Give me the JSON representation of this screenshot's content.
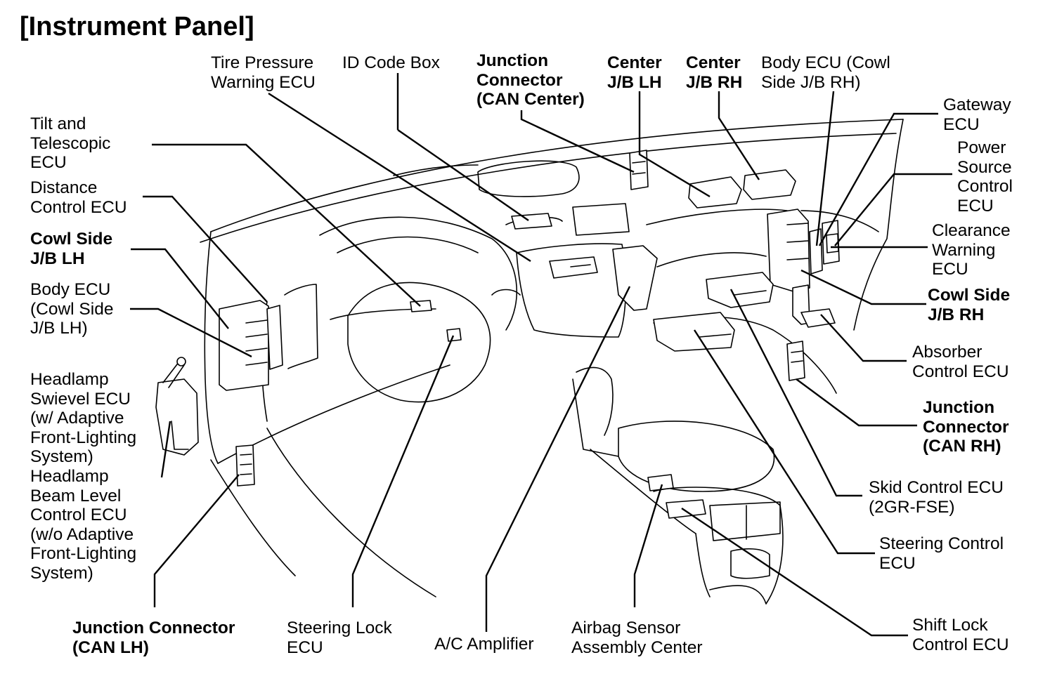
{
  "title": "[Instrument Panel]",
  "labels": {
    "tire_pressure": "Tire Pressure\nWarning ECU",
    "id_code": "ID Code Box",
    "jc_can_center": "Junction\nConnector\n(CAN Center)",
    "center_jb_lh": "Center\nJ/B LH",
    "center_jb_rh": "Center\nJ/B RH",
    "body_ecu_rh": "Body ECU (Cowl\nSide J/B RH)",
    "tilt_tele": "Tilt and\nTelescopic\nECU",
    "distance": "Distance\nControl ECU",
    "cowl_lh": "Cowl Side\nJ/B LH",
    "body_ecu_lh": "Body ECU\n(Cowl Side\nJ/B LH)",
    "headlamp_swivel": "Headlamp\nSwievel ECU\n(w/ Adaptive\nFront-Lighting\nSystem)",
    "headlamp_beam": "Headlamp\nBeam Level\nControl ECU\n(w/o Adaptive\nFront-Lighting\nSystem)",
    "gateway": "Gateway\nECU",
    "power_source": "Power\nSource\nControl\nECU",
    "clearance": "Clearance\nWarning\nECU",
    "cowl_rh": "Cowl Side\nJ/B RH",
    "absorber": "Absorber\nControl ECU",
    "jc_can_rh": "Junction\nConnector\n(CAN RH)",
    "skid": "Skid Control ECU\n(2GR-FSE)",
    "steering_ctrl": "Steering Control\nECU",
    "jc_can_lh": "Junction Connector\n(CAN LH)",
    "steering_lock": "Steering Lock\nECU",
    "ac_amp": "A/C Amplifier",
    "airbag": "Airbag Sensor\nAssembly Center",
    "shift_lock": "Shift Lock\nControl ECU"
  }
}
